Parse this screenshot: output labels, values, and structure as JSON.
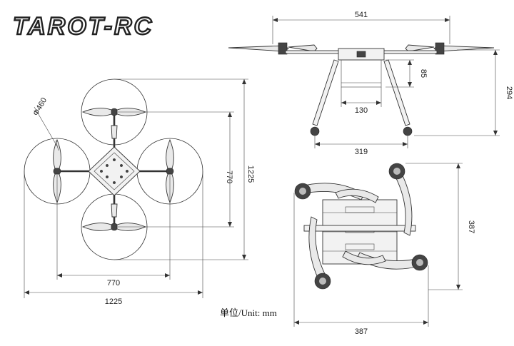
{
  "brand": {
    "logo_text": "TAROT-RC"
  },
  "unit_label": "单位/Unit: mm",
  "top_view": {
    "prop_diameter_label": "Φ460",
    "motor_distance_v": "770",
    "overall_v": "1225",
    "motor_distance_h": "770",
    "overall_h": "1225"
  },
  "side_view": {
    "width_label": "541",
    "frame_height_label": "85",
    "total_height_label": "294",
    "bay_width_label": "130",
    "skid_width_label": "319"
  },
  "folded_view": {
    "height_label": "387",
    "width_label": "387"
  },
  "colors": {
    "line": "#333333",
    "text": "#222222"
  }
}
